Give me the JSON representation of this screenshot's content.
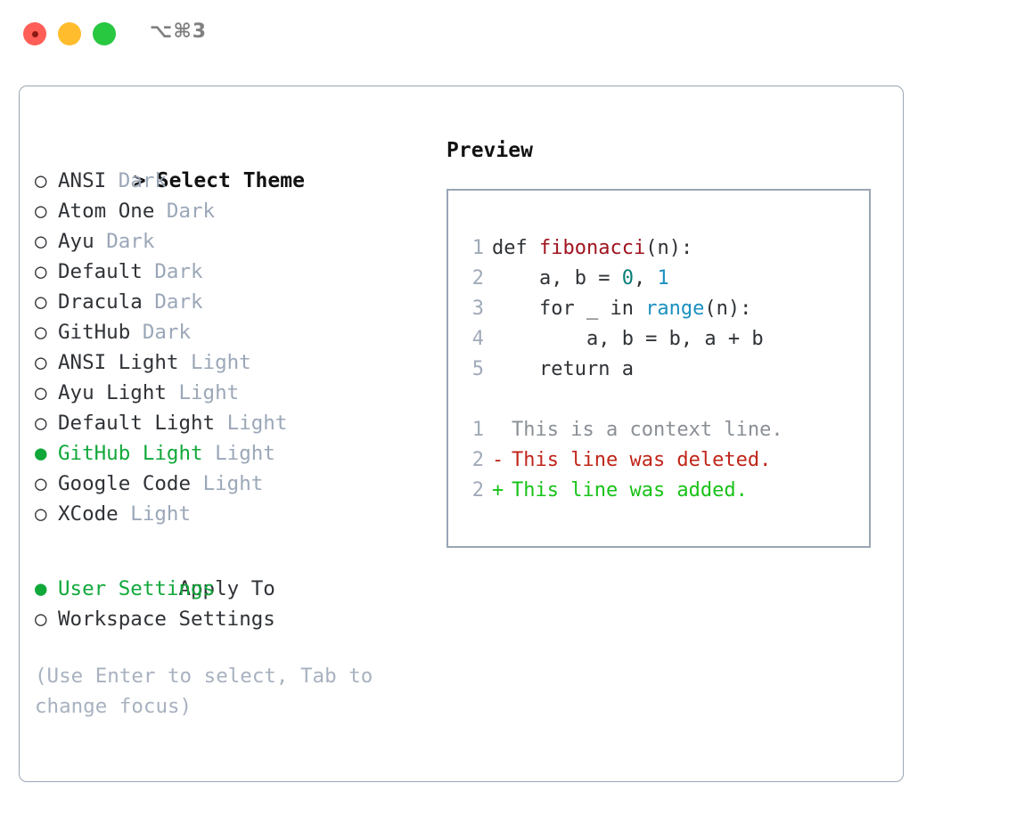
{
  "window": {
    "shortcut": "⌥⌘3",
    "traffic_lights": [
      {
        "name": "close",
        "color": "#ff5f57"
      },
      {
        "name": "minimize",
        "color": "#ffbd2e"
      },
      {
        "name": "zoom",
        "color": "#28c840"
      }
    ]
  },
  "theme_panel": {
    "header_caret": ">",
    "header_label": "Select Theme",
    "bullet_selected": "●",
    "bullet_unselected": "○",
    "items": [
      {
        "name": "ANSI",
        "kind": "Dark",
        "selected": false
      },
      {
        "name": "Atom One",
        "kind": "Dark",
        "selected": false
      },
      {
        "name": "Ayu",
        "kind": "Dark",
        "selected": false
      },
      {
        "name": "Default",
        "kind": "Dark",
        "selected": false
      },
      {
        "name": "Dracula",
        "kind": "Dark",
        "selected": false
      },
      {
        "name": "GitHub",
        "kind": "Dark",
        "selected": false
      },
      {
        "name": "ANSI Light",
        "kind": "Light",
        "selected": false
      },
      {
        "name": "Ayu Light",
        "kind": "Light",
        "selected": false
      },
      {
        "name": "Default Light",
        "kind": "Light",
        "selected": false
      },
      {
        "name": "GitHub Light",
        "kind": "Light",
        "selected": true
      },
      {
        "name": "Google Code",
        "kind": "Light",
        "selected": false
      },
      {
        "name": "XCode",
        "kind": "Light",
        "selected": false
      }
    ]
  },
  "apply_to": {
    "header_label": "Apply To",
    "options": [
      {
        "label": "User Settings",
        "selected": true
      },
      {
        "label": "Workspace Settings",
        "selected": false
      }
    ]
  },
  "hint": {
    "text": "(Use Enter to select, Tab to change focus)"
  },
  "preview": {
    "title": "Preview",
    "code_lines": [
      {
        "n": "1",
        "segments": [
          {
            "t": "def ",
            "cls": "code-text"
          },
          {
            "t": "fibonacci",
            "cls": "tok-func"
          },
          {
            "t": "(n):",
            "cls": "code-text"
          }
        ]
      },
      {
        "n": "2",
        "segments": [
          {
            "t": "    a, b = ",
            "cls": "code-text"
          },
          {
            "t": "0",
            "cls": "tok-num0"
          },
          {
            "t": ", ",
            "cls": "code-text"
          },
          {
            "t": "1",
            "cls": "tok-num1"
          }
        ]
      },
      {
        "n": "3",
        "segments": [
          {
            "t": "    for _ in ",
            "cls": "code-text"
          },
          {
            "t": "range",
            "cls": "tok-builtin"
          },
          {
            "t": "(n):",
            "cls": "code-text"
          }
        ]
      },
      {
        "n": "4",
        "segments": [
          {
            "t": "        a, b = b, a + b",
            "cls": "code-text"
          }
        ]
      },
      {
        "n": "5",
        "segments": [
          {
            "t": "    return a",
            "cls": "code-text"
          }
        ]
      }
    ],
    "diff_lines": [
      {
        "n": "1",
        "marker": " ",
        "text": "This is a context line.",
        "type": "context"
      },
      {
        "n": "2",
        "marker": "-",
        "text": "This line was deleted.",
        "type": "del"
      },
      {
        "n": "2",
        "marker": "+",
        "text": "This line was added.",
        "type": "add"
      }
    ]
  },
  "colors": {
    "accent_green": "#11a83a",
    "muted": "#9ba7b8",
    "border": "#9aa5b4",
    "code_func": "#a0131e",
    "code_builtin": "#1b90c0",
    "diff_del": "#c0251a",
    "diff_add": "#18c218"
  }
}
